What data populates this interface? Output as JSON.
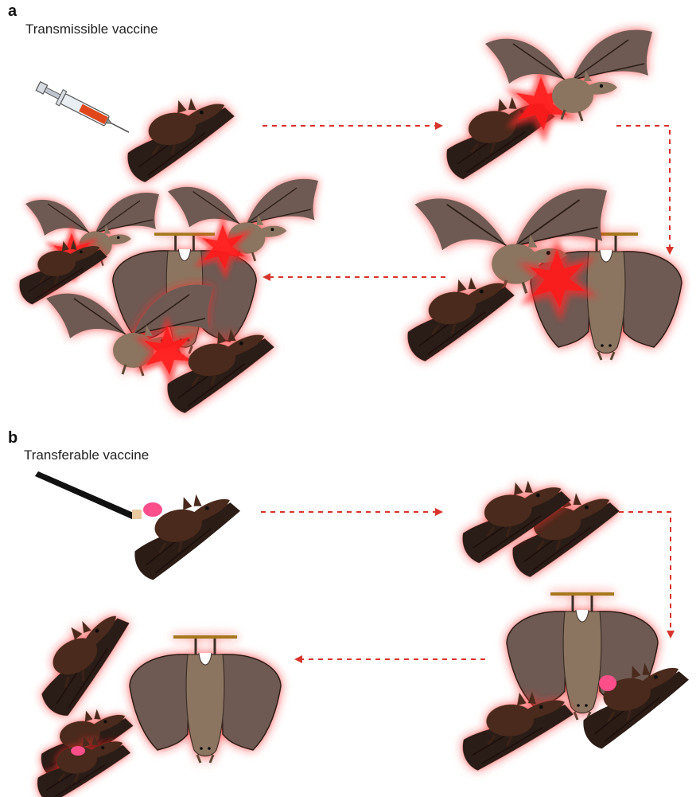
{
  "panel_a": {
    "label": "a",
    "title": "Transmissible vaccine"
  },
  "panel_b": {
    "label": "b",
    "title": "Transferable vaccine"
  },
  "colors": {
    "arrow": "#d9342b",
    "glow": "#ff2a2a",
    "dark_bat": "#4a2a1c",
    "light_bat": "#8c7460",
    "wing": "#6e5a52",
    "wing_dark": "#2c1c16",
    "paste": "#ff4f8a",
    "syringe_fluid": "#e0481b"
  },
  "icons": [
    "syringe-icon",
    "applicator-icon",
    "bat-icon"
  ]
}
